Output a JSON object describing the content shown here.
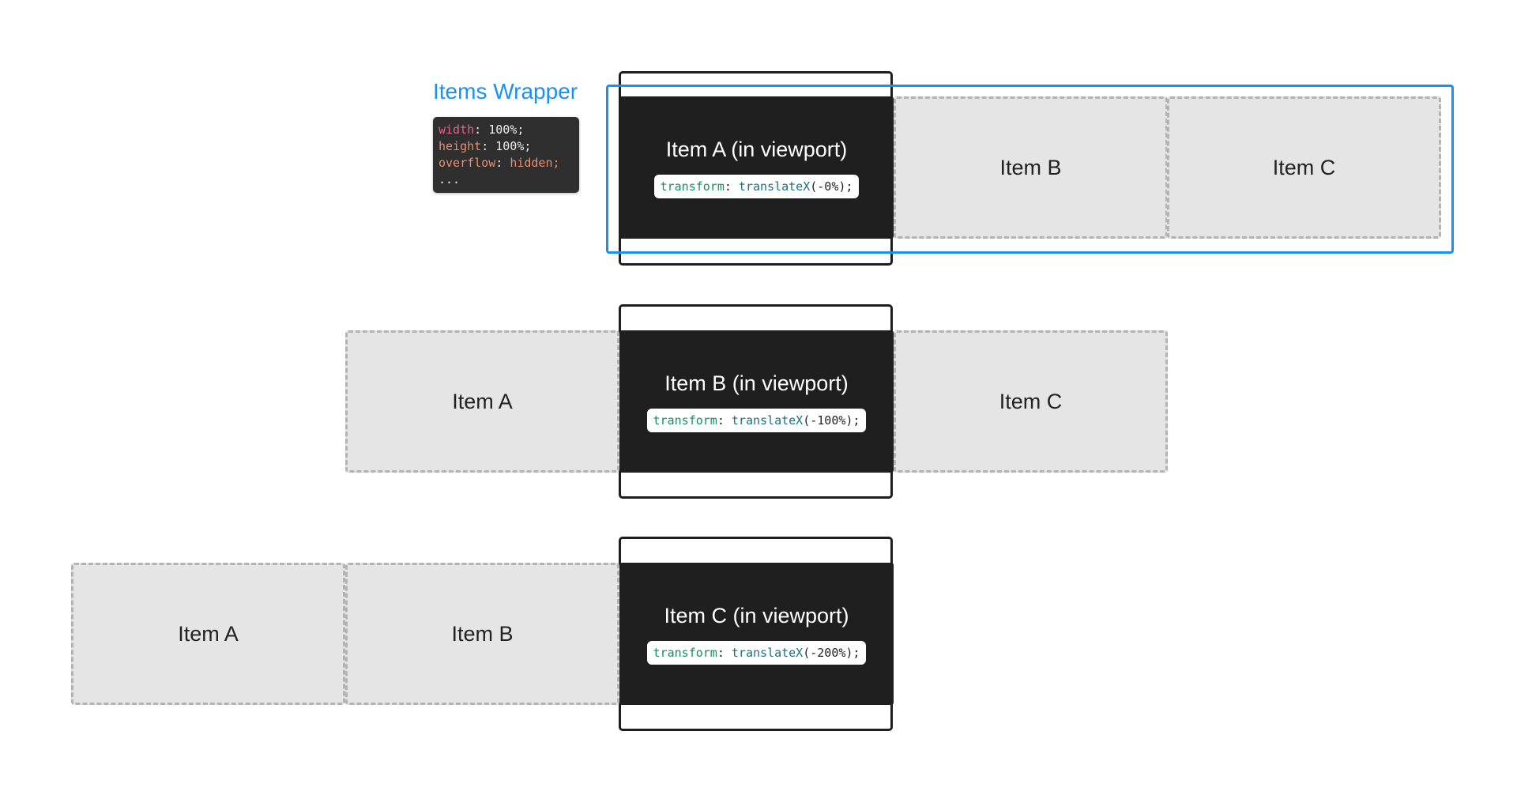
{
  "wrapper": {
    "label": "Items Wrapper",
    "css": [
      {
        "prop": "width",
        "value": "100%;"
      },
      {
        "prop": "height",
        "value": "100%;"
      },
      {
        "prop": "overflow",
        "value": "hidden;"
      }
    ],
    "ellipsis": "...",
    "color": "#1a91f0"
  },
  "rows": [
    {
      "active": "Item A (in viewport)",
      "transform": {
        "prop": "transform",
        "fn": "translateX",
        "arg": "(-0%);"
      },
      "others": [
        "Item B",
        "Item C"
      ]
    },
    {
      "active": "Item B (in viewport)",
      "transform": {
        "prop": "transform",
        "fn": "translateX",
        "arg": "(-100%);"
      },
      "others": [
        "Item A",
        "Item C"
      ]
    },
    {
      "active": "Item C (in viewport)",
      "transform": {
        "prop": "transform",
        "fn": "translateX",
        "arg": "(-200%);"
      },
      "others": [
        "Item A",
        "Item B"
      ]
    }
  ]
}
